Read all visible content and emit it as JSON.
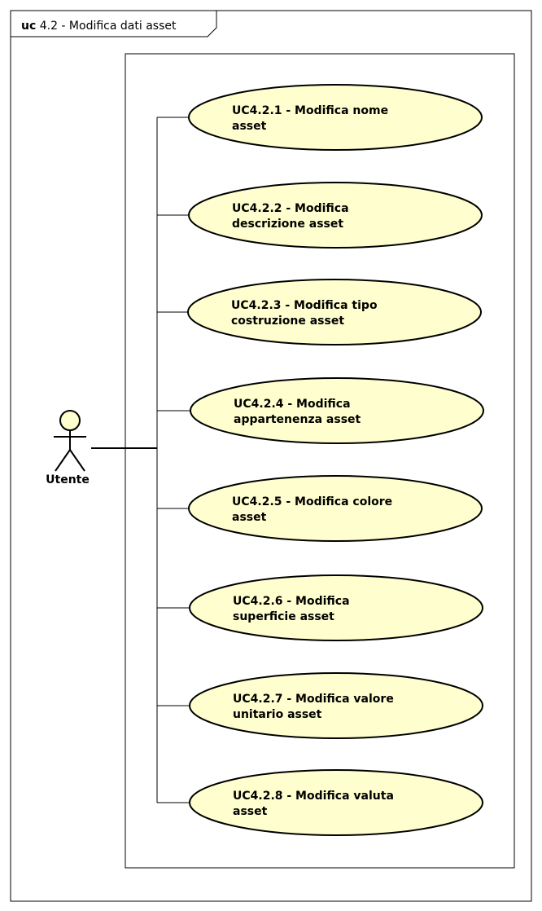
{
  "frame": {
    "keyword": "uc",
    "title": " 4.2 - Modifica dati asset"
  },
  "actor": {
    "label": "Utente",
    "icon": "stick-figure-icon"
  },
  "use_cases": [
    {
      "line1": "UC4.2.1 - Modifica nome",
      "line2": "asset"
    },
    {
      "line1": "UC4.2.2 - Modifica",
      "line2": "descrizione asset"
    },
    {
      "line1": "UC4.2.3 - Modifica tipo",
      "line2": "costruzione asset"
    },
    {
      "line1": "UC4.2.4 - Modifica",
      "line2": "appartenenza asset"
    },
    {
      "line1": "UC4.2.5 - Modifica colore",
      "line2": "asset"
    },
    {
      "line1": "UC4.2.6 - Modifica",
      "line2": "superficie asset"
    },
    {
      "line1": "UC4.2.7 - Modifica valore",
      "line2": "unitario asset"
    },
    {
      "line1": "UC4.2.8 - Modifica valuta",
      "line2": "asset"
    }
  ],
  "colors": {
    "use_case_fill": "#FEFECE",
    "actor_fill": "#FEFECE",
    "stroke": "#000000",
    "frame_stroke": "#000000"
  }
}
